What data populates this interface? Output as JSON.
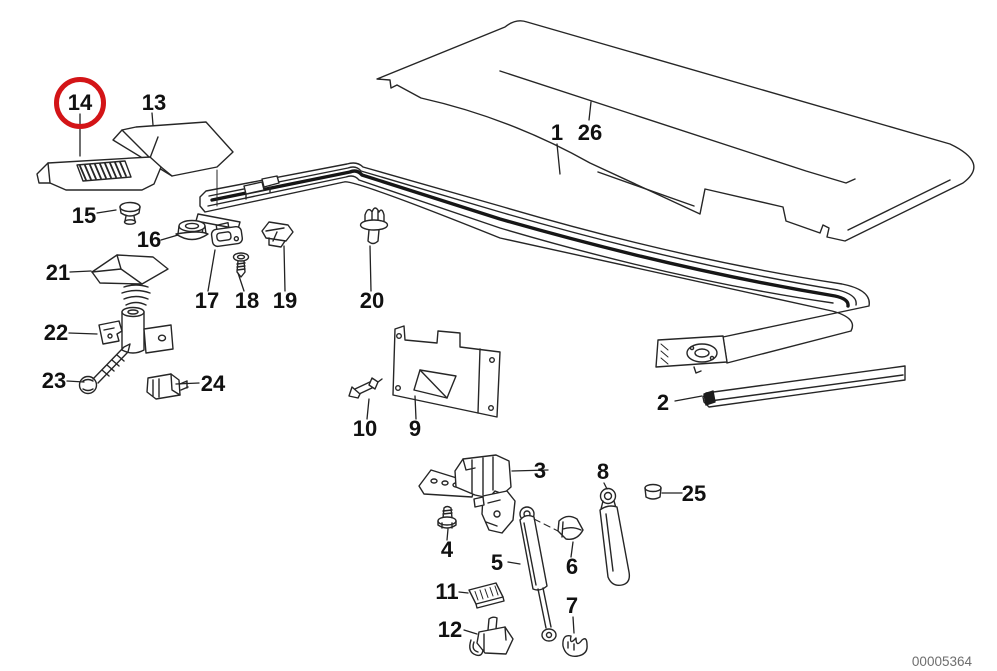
{
  "diagram": {
    "id_number": "00005364",
    "highlighted_part": "14"
  },
  "colors": {
    "line": "#262626",
    "highlight": "#d31417",
    "id_text": "#6e6e6e",
    "background": "#ffffff"
  },
  "labels": [
    {
      "number": "1"
    },
    {
      "number": "2"
    },
    {
      "number": "3"
    },
    {
      "number": "4"
    },
    {
      "number": "5"
    },
    {
      "number": "6"
    },
    {
      "number": "7"
    },
    {
      "number": "8"
    },
    {
      "number": "9"
    },
    {
      "number": "10"
    },
    {
      "number": "11"
    },
    {
      "number": "12"
    },
    {
      "number": "13"
    },
    {
      "number": "14"
    },
    {
      "number": "15"
    },
    {
      "number": "16"
    },
    {
      "number": "17"
    },
    {
      "number": "18"
    },
    {
      "number": "19"
    },
    {
      "number": "20"
    },
    {
      "number": "21"
    },
    {
      "number": "22"
    },
    {
      "number": "23"
    },
    {
      "number": "24"
    },
    {
      "number": "25"
    },
    {
      "number": "26"
    }
  ]
}
